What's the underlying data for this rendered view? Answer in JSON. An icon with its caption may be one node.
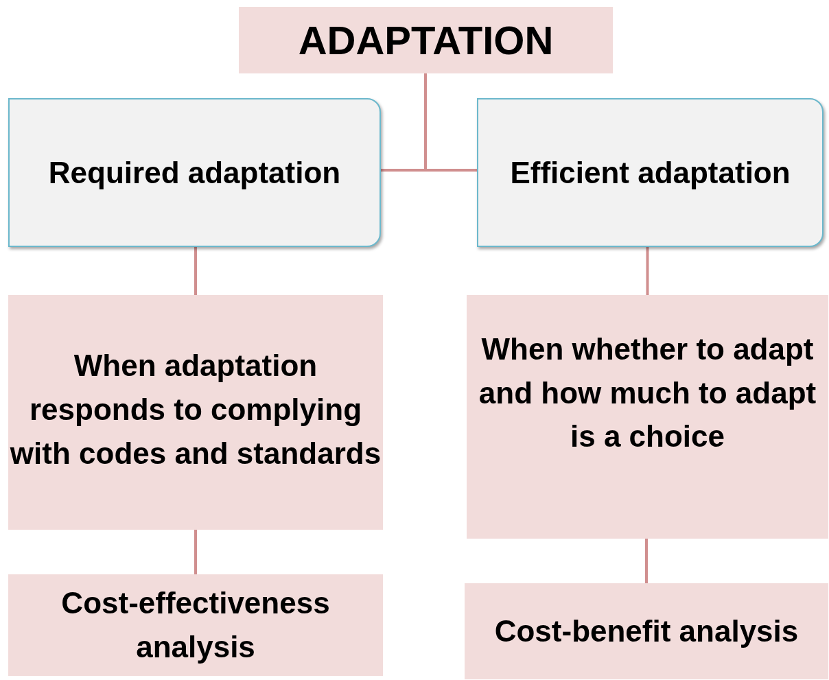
{
  "diagram": {
    "nodes": [
      {
        "text": [
          "ADAPTATION"
        ]
      },
      {
        "text": [
          "Required adaptation"
        ]
      },
      {
        "text": [
          "Efficient adaptation"
        ]
      },
      {
        "text": [
          "When adaptation responds to complying with codes and standards"
        ]
      },
      {
        "text": [
          "When whether to adapt and how much to adapt is a choice"
        ]
      },
      {
        "text": [
          "Cost-effectiveness analysis"
        ]
      },
      {
        "text": [
          "Cost-benefit analysis"
        ]
      }
    ],
    "edges": [
      {
        "from": 0,
        "to": 1,
        "arrow": "none"
      },
      {
        "from": 0,
        "to": 2,
        "arrow": "none"
      },
      {
        "from": 1,
        "to": 3,
        "arrow": "none"
      },
      {
        "from": 2,
        "to": 4,
        "arrow": "none"
      },
      {
        "from": 3,
        "to": 5,
        "arrow": "none"
      },
      {
        "from": 4,
        "to": 6,
        "arrow": "none"
      }
    ]
  }
}
